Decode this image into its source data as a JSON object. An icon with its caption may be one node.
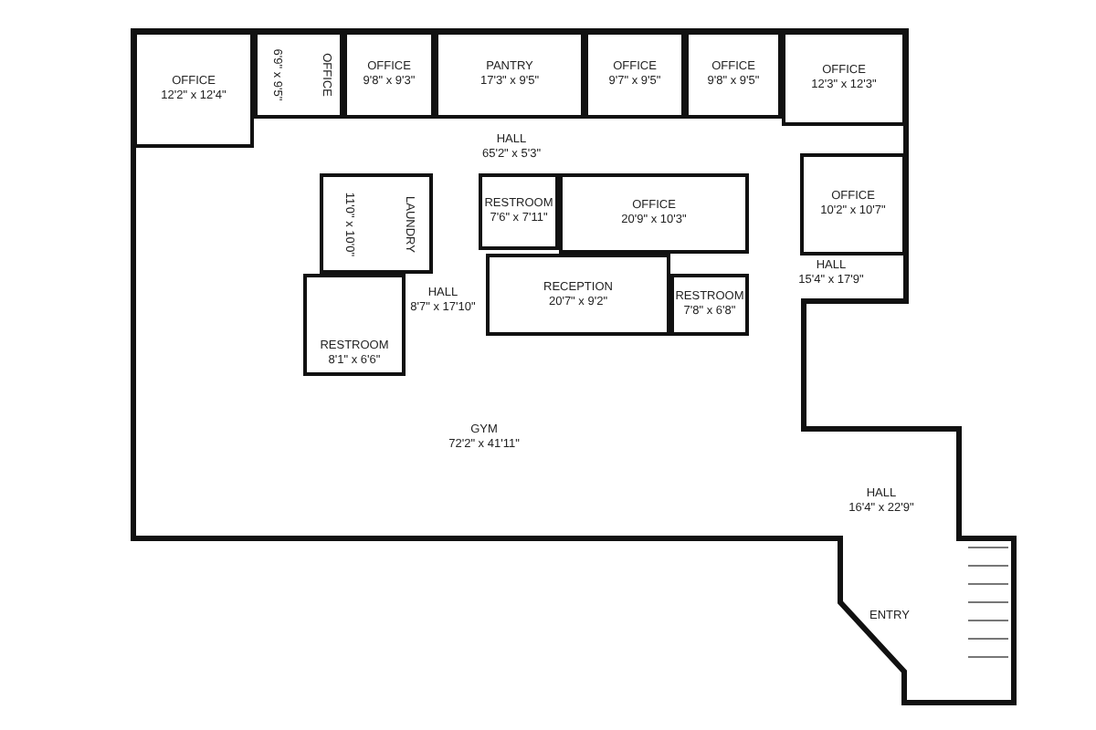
{
  "diagram": {
    "nodes": [
      {
        "text": [
          "OFFICE",
          "12'2\" x 12'4\""
        ]
      },
      {
        "text": [
          "OFFICE",
          "6'9\" x 9'5\""
        ]
      },
      {
        "text": [
          "OFFICE",
          "9'8\" x 9'3\""
        ]
      },
      {
        "text": [
          "PANTRY",
          "17'3\" x 9'5\""
        ]
      },
      {
        "text": [
          "OFFICE",
          "9'7\" x 9'5\""
        ]
      },
      {
        "text": [
          "OFFICE",
          "9'8\" x 9'5\""
        ]
      },
      {
        "text": [
          "OFFICE",
          "12'3\" x 12'3\""
        ]
      },
      {
        "text": [
          "HALL",
          "65'2\" x 5'3\""
        ]
      },
      {
        "text": [
          "LAUNDRY",
          "11'0\" x 10'0\""
        ]
      },
      {
        "text": [
          "RESTROOM",
          "7'6\" x 7'11\""
        ]
      },
      {
        "text": [
          "OFFICE",
          "20'9\" x 10'3\""
        ]
      },
      {
        "text": [
          "OFFICE",
          "10'2\" x 10'7\""
        ]
      },
      {
        "text": [
          "HALL",
          "8'7\" x 17'10\""
        ]
      },
      {
        "text": [
          "RECEPTION",
          "20'7\" x 9'2\""
        ]
      },
      {
        "text": [
          "RESTROOM",
          "7'8\" x 6'8\""
        ]
      },
      {
        "text": [
          "HALL",
          "15'4\" x 17'9\""
        ]
      },
      {
        "text": [
          "RESTROOM",
          "8'1\" x 6'6\""
        ]
      },
      {
        "text": [
          "GYM",
          "72'2\" x 41'11\""
        ]
      },
      {
        "text": [
          "HALL",
          "16'4\" x 22'9\""
        ]
      },
      {
        "text": [
          "ENTRY"
        ]
      }
    ]
  }
}
